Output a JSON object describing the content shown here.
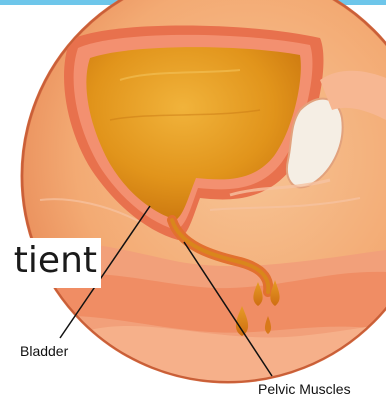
{
  "caption": {
    "text": "tient"
  },
  "labels": {
    "bladder": "Bladder",
    "pelvic_muscles": "Pelvic Muscles"
  },
  "colors": {
    "top_band": "#6ec6ea",
    "lens_background": "#f3b27a",
    "bladder_fill": "#e0961c",
    "tissue_wall": "#e86d49",
    "pelvic_muscle": "#f08a5d",
    "bone": "#f4ede4"
  }
}
